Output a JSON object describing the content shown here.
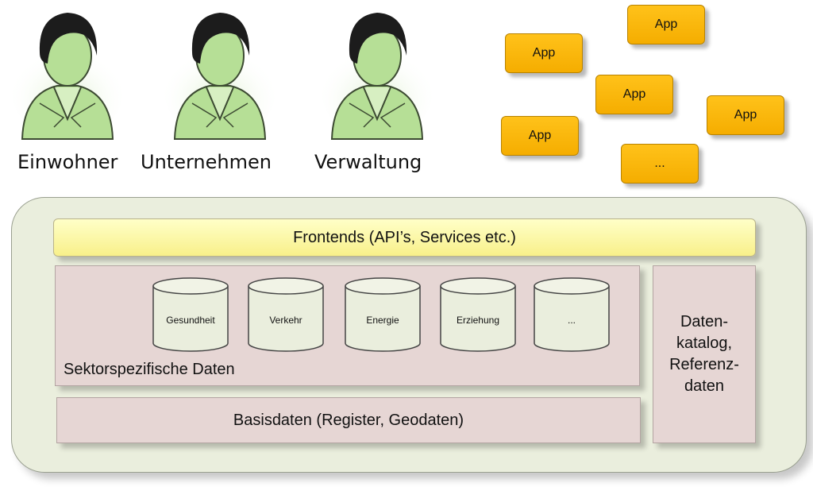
{
  "persons": [
    {
      "label": "Einwohner"
    },
    {
      "label": "Unternehmen"
    },
    {
      "label": "Verwaltung"
    }
  ],
  "apps": [
    "App",
    "App",
    "App",
    "App",
    "App",
    "..."
  ],
  "platform": {
    "frontends": "Frontends (API’s, Services etc.)",
    "sector_label": "Sektorspezifische Daten",
    "sectors": [
      "Gesundheit",
      "Verkehr",
      "Energie",
      "Erziehung",
      "..."
    ],
    "base_data": "Basisdaten (Register, Geodaten)",
    "catalog": "Daten-\nkatalog,\nReferenz-\ndaten"
  },
  "colors": {
    "app_fill": "#ffc21a",
    "frontends_fill": "#f8f08a",
    "data_fill": "#e6d6d4",
    "platform_fill": "#eaeedd",
    "person_fill": "#b6df96",
    "hair": "#1c1c1c"
  }
}
